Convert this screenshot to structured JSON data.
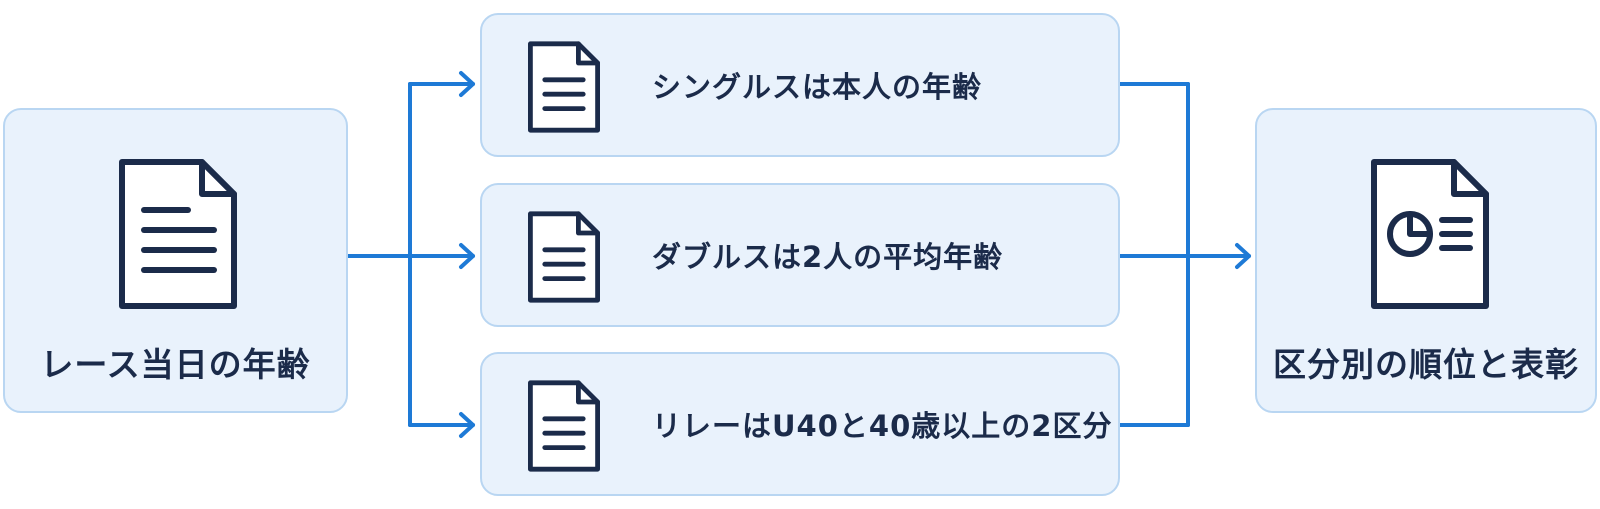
{
  "diagram": {
    "source": {
      "label": "レース当日の年齢",
      "icon": "document-lines-icon"
    },
    "rules": [
      {
        "label": "シングルスは本人の年齢",
        "icon": "document-lines-icon"
      },
      {
        "label": "ダブルスは2人の平均年齢",
        "icon": "document-lines-icon"
      },
      {
        "label": "リレーはU40と40歳以上の2区分",
        "icon": "document-lines-icon"
      }
    ],
    "result": {
      "label": "区分別の順位と表彰",
      "icon": "report-chart-icon"
    },
    "colors": {
      "box_fill": "#e9f2fc",
      "box_border": "#b9d6f2",
      "arrow": "#1e7ad6",
      "icon_stroke": "#1b2b4a",
      "text": "#1b2b4a"
    }
  }
}
